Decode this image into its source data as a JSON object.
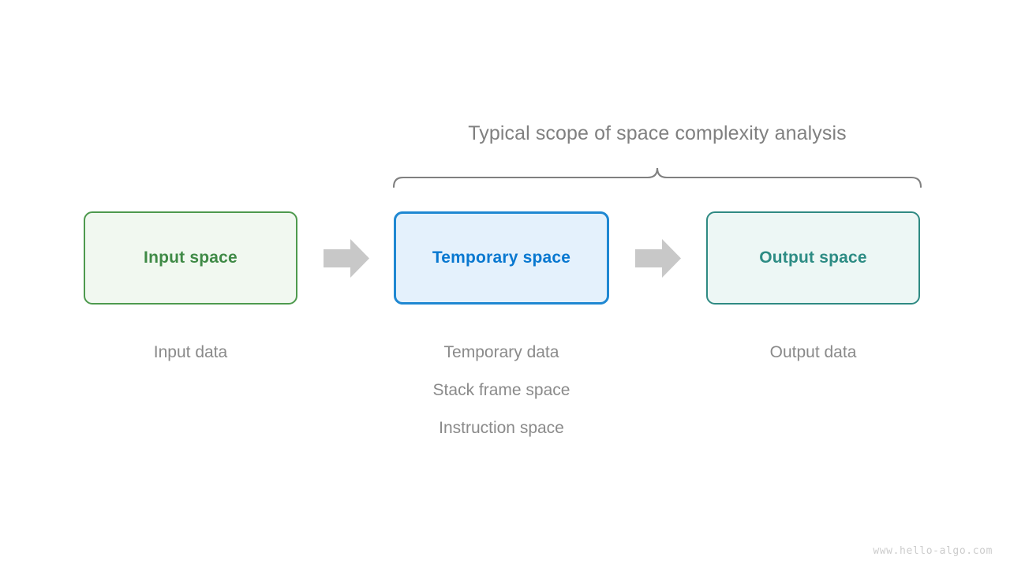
{
  "diagram": {
    "title": "Typical scope of space complexity analysis",
    "brace": {
      "name": "scope-brace",
      "color": "#808080"
    },
    "boxes": [
      {
        "id": "input-space",
        "label": "Input space",
        "fill": "#f1f8f0",
        "border": "#4e9a4e",
        "text_color": "#3f8a46"
      },
      {
        "id": "temporary-space",
        "label": "Temporary space",
        "fill": "#e4f1fc",
        "border": "#1f88d2",
        "text_color": "#0878d0"
      },
      {
        "id": "output-space",
        "label": "Output space",
        "fill": "#edf7f5",
        "border": "#2f8a83",
        "text_color": "#2d8c84"
      }
    ],
    "arrows": [
      {
        "id": "arrow-input-to-temporary",
        "color": "#c8c8c8"
      },
      {
        "id": "arrow-temporary-to-output",
        "color": "#c8c8c8"
      }
    ],
    "captions": {
      "left": [
        "Input data"
      ],
      "middle": [
        "Temporary data",
        "Stack frame space",
        "Instruction space"
      ],
      "right": [
        "Output data"
      ]
    },
    "caption_color": "#8a8a8a"
  },
  "watermark": "www.hello-algo.com"
}
